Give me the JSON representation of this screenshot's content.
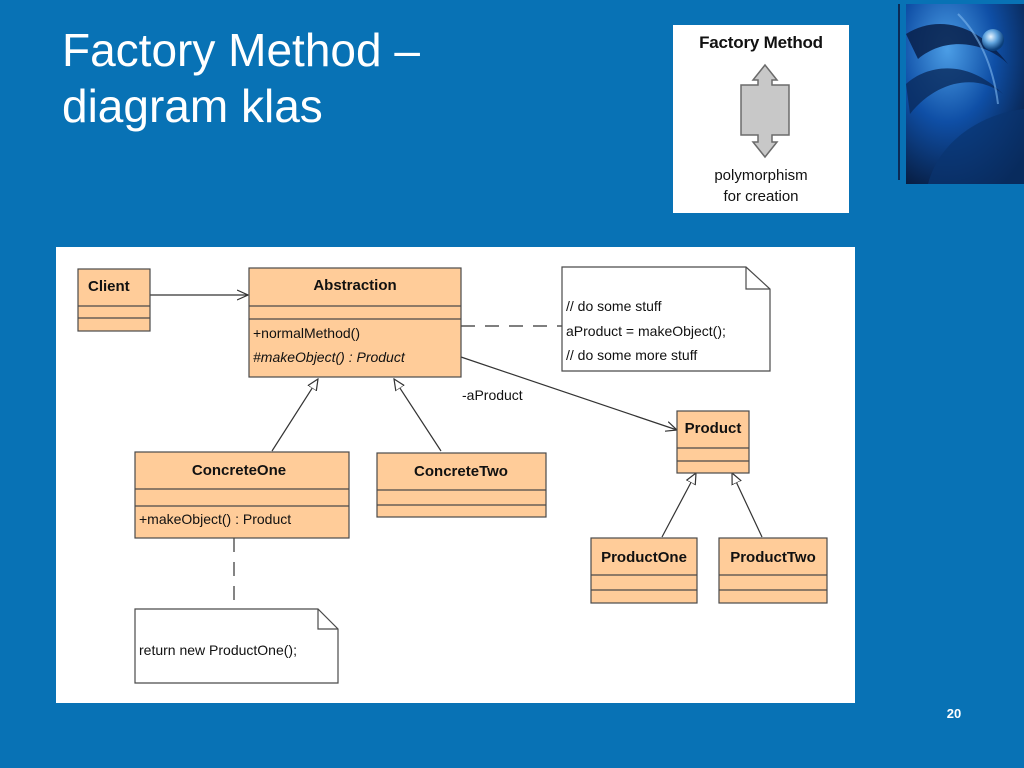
{
  "slide": {
    "title_line1": "Factory Method –",
    "title_line2": "diagram klas",
    "page_number": "20"
  },
  "card": {
    "title": "Factory Method",
    "caption_line1": "polymorphism",
    "caption_line2": "for creation"
  },
  "diagram": {
    "classes": {
      "client": "Client",
      "abstraction": "Abstraction",
      "concrete_one": "ConcreteOne",
      "concrete_two": "ConcreteTwo",
      "product": "Product",
      "product_one": "ProductOne",
      "product_two": "ProductTwo"
    },
    "operations": {
      "normal_method": "+normalMethod()",
      "make_object": "#makeObject() : Product",
      "concrete_make_object": "+makeObject() : Product"
    },
    "note_abstraction": [
      "// do some stuff",
      "aProduct = makeObject();",
      "// do some more stuff"
    ],
    "note_concrete": "return new ProductOne();",
    "association_label": "-aProduct"
  },
  "colors": {
    "background": "#0872B5",
    "class_fill": "#FFCC99",
    "class_border": "#4a4a4a"
  }
}
